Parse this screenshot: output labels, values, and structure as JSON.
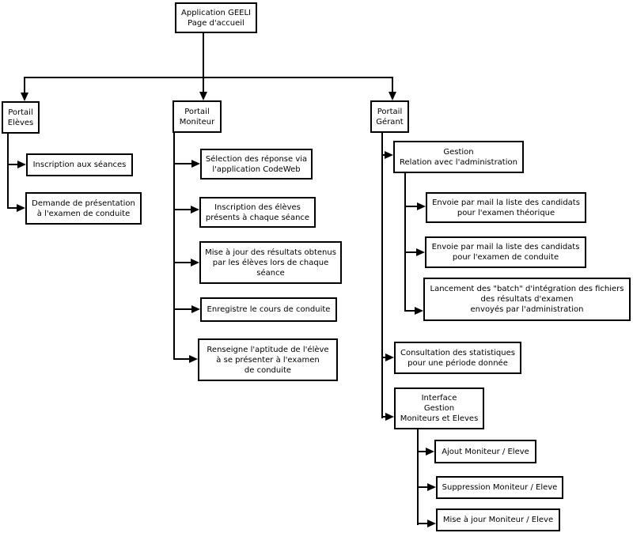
{
  "diagram": {
    "root": {
      "label": "Application GEELI\nPage d'accueil"
    },
    "portals": [
      {
        "id": "eleves",
        "label": "Portail\nElèves",
        "children": [
          {
            "label": "Inscription aux séances"
          },
          {
            "label": "Demande de présentation\nà l'examen de conduite"
          }
        ]
      },
      {
        "id": "moniteur",
        "label": "Portail\nMoniteur",
        "children": [
          {
            "label": "Sélection des réponse via\nl'application CodeWeb"
          },
          {
            "label": "Inscription des élèves\nprésents à chaque séance"
          },
          {
            "label": "Mise à jour des résultats obtenus\npar les élèves lors de chaque\nséance"
          },
          {
            "label": "Enregistre le cours de conduite"
          },
          {
            "label": "Renseigne l'aptitude de l'élève\nà se présenter à l'examen\nde conduite"
          }
        ]
      },
      {
        "id": "gerant",
        "label": "Portail\nGérant",
        "children": [
          {
            "label": "Gestion\nRelation avec l'administration",
            "children": [
              {
                "label": "Envoie par mail la liste des candidats\npour l'examen théorique"
              },
              {
                "label": "Envoie par mail la liste des candidats\npour l'examen de conduite"
              },
              {
                "label": "Lancement des \"batch\" d'intégration des fichiers\ndes résultats d'examen\nenvoyés par l'administration"
              }
            ]
          },
          {
            "label": "Consultation des statistiques\npour une période donnée"
          },
          {
            "label": "Interface\nGestion\nMoniteurs et Eleves",
            "children": [
              {
                "label": "Ajout Moniteur / Eleve"
              },
              {
                "label": "Suppression Moniteur / Eleve"
              },
              {
                "label": "Mise à jour Moniteur / Eleve"
              }
            ]
          }
        ]
      }
    ]
  },
  "colors": {
    "line": "#000000",
    "box_border": "#000000",
    "box_fill": "#ffffff",
    "text": "#000000",
    "background": "#ffffff"
  }
}
